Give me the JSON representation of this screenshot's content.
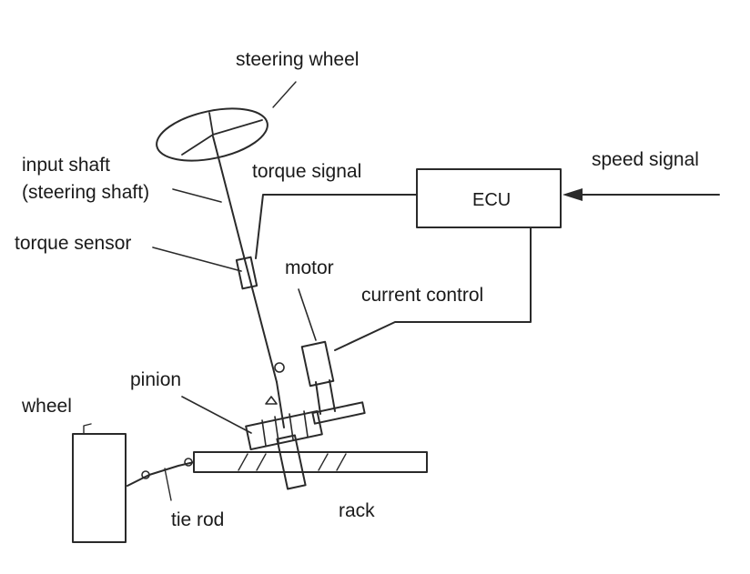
{
  "diagram": {
    "labels": {
      "steering_wheel": "steering wheel",
      "input_shaft_line1": "input shaft",
      "input_shaft_line2": "(steering shaft)",
      "torque_signal": "torque signal",
      "speed_signal": "speed signal",
      "ecu": "ECU",
      "torque_sensor": "torque sensor",
      "motor": "motor",
      "current_control": "current control",
      "pinion": "pinion",
      "wheel": "wheel",
      "tie_rod": "tie rod",
      "rack": "rack"
    }
  }
}
